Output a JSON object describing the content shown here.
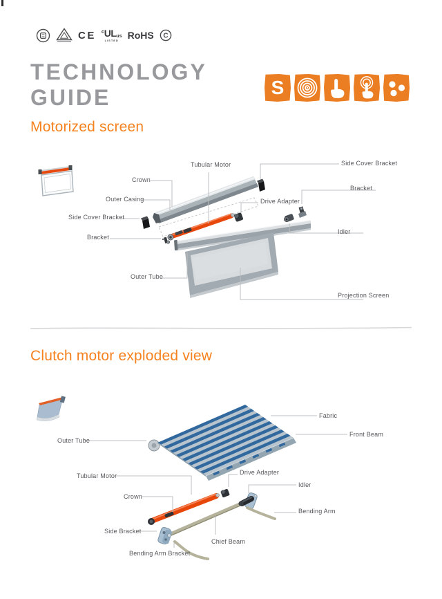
{
  "header": {
    "certifications": {
      "tuv_sud_icon": "tuv-sud-circle-mark",
      "tuv_rheinland_icon": "tuv-rheinland-triangle-mark",
      "ce_label": "CE",
      "ul_prefix": "c",
      "ul_label": "UL",
      "ul_suffix": "us",
      "ul_sub": "LISTED",
      "rohs_label": "RoHS",
      "c_circle_label": "C"
    },
    "title_line1": "TECHNOLOGY",
    "title_line2": "GUIDE",
    "brand_tiles": {
      "s_label": "S",
      "icons": [
        "s-letter",
        "concentric-rings",
        "pointing-hand",
        "touch-gesture",
        "three-dots"
      ]
    }
  },
  "sections": {
    "motorized": {
      "heading": "Motorized screen",
      "labels": {
        "tubular_motor": "Tubular Motor",
        "side_cover_bracket_right": "Side Cover Bracket",
        "crown": "Crown",
        "outer_casing": "Outer Casing",
        "drive_adapter": "Drive Adapter",
        "bracket_right": "Bracket",
        "side_cover_bracket_left": "Side Cover Bracket",
        "idler": "Idler",
        "bracket_left": "Bracket",
        "outer_tube": "Outer Tube",
        "projection_screen": "Projection Screen"
      }
    },
    "clutch": {
      "heading": "Clutch motor exploded view",
      "labels": {
        "fabric": "Fabric",
        "front_beam": "Front Beam",
        "outer_tube": "Outer Tube",
        "tubular_motor": "Tubular Motor",
        "drive_adapter": "Drive Adapter",
        "idler": "Idler",
        "crown": "Crown",
        "bending_arm": "Bending Arm",
        "side_bracket": "Side Bracket",
        "chief_beam": "Chief Beam",
        "bending_arm_bracket": "Bending Arm Bracket"
      }
    }
  },
  "colors": {
    "accent_orange": "#F5821F",
    "tile_orange": "#EB7D23",
    "title_gray": "#97999C",
    "motor_orange": "#E8470B",
    "fabric_blue": "#31689E",
    "label_gray": "#55565A"
  }
}
